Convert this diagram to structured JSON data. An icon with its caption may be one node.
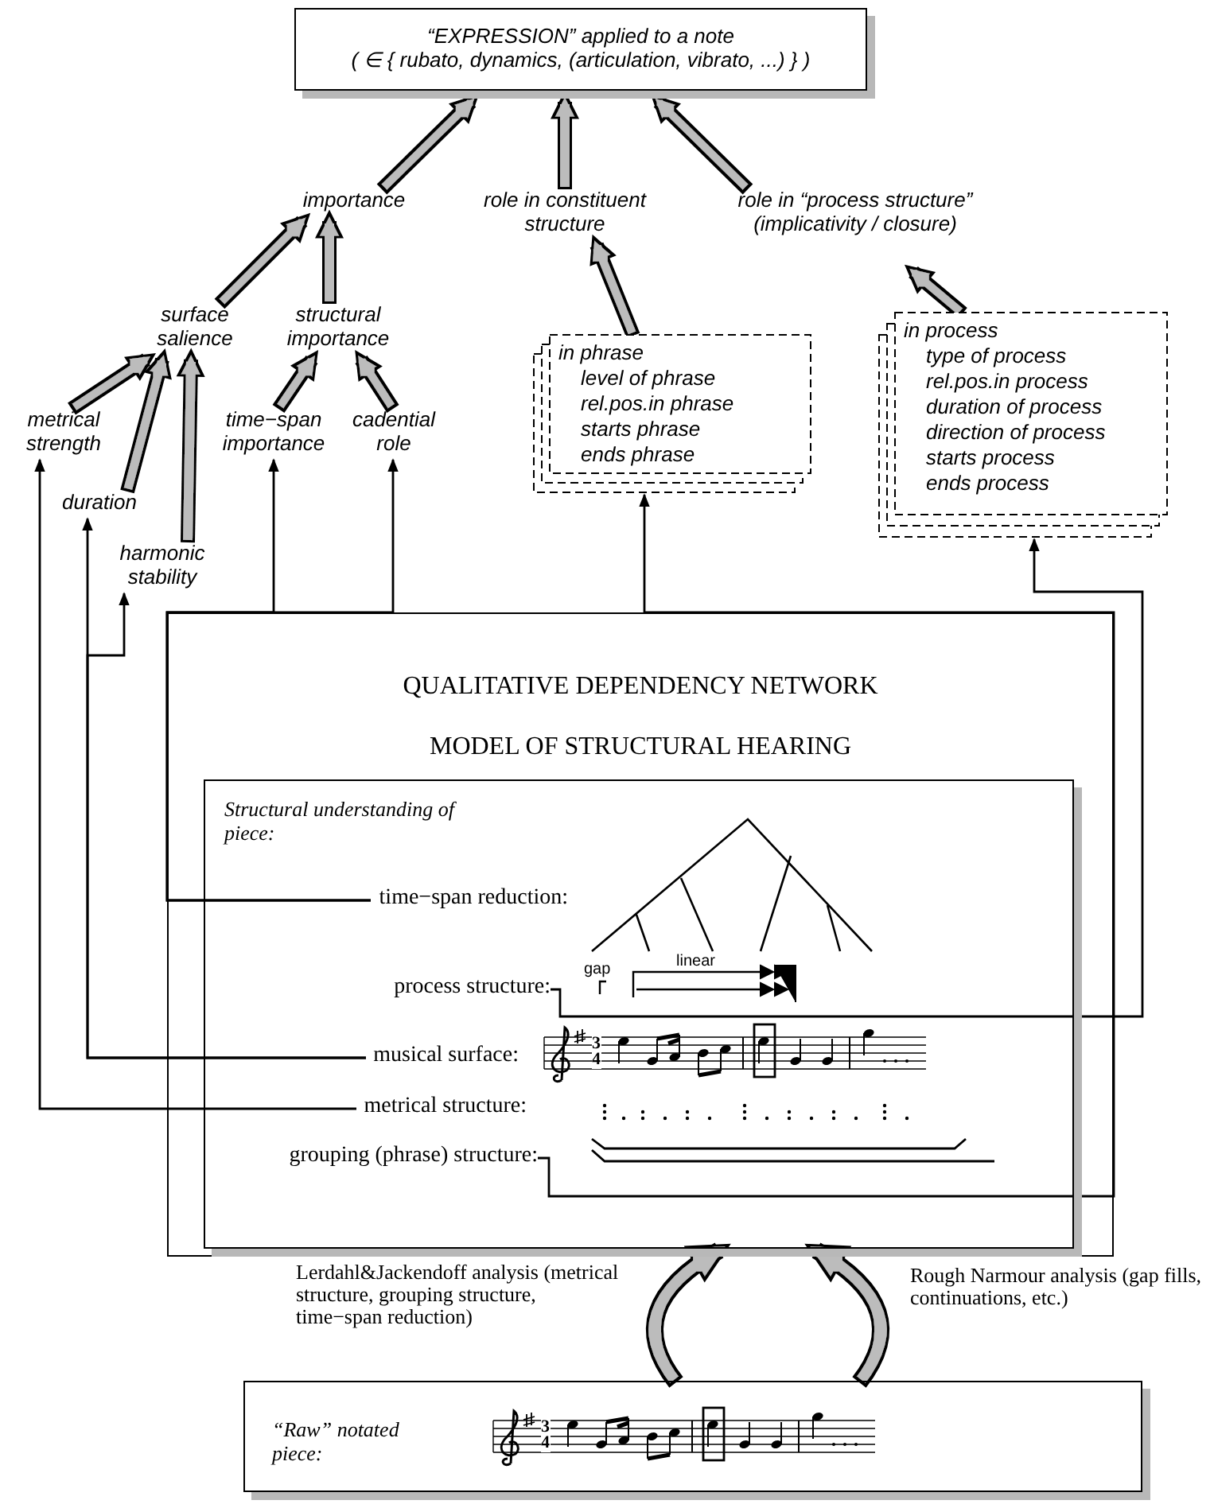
{
  "diagram": {
    "nodes": [
      {
        "text": [
          "“EXPRESSION” applied to a note",
          "( ∈ { rubato, dynamics, (articulation, vibrato, ...) } )"
        ]
      },
      {
        "text": [
          "importance"
        ]
      },
      {
        "text": [
          "role in constituent structure"
        ]
      },
      {
        "text": [
          "role in “process structure” (implicativity / closure)"
        ]
      },
      {
        "text": [
          "surface salience"
        ]
      },
      {
        "text": [
          "structural importance"
        ]
      },
      {
        "text": [
          "in phrase",
          "level of phrase",
          "rel.pos.in phrase",
          "starts phrase",
          "ends phrase"
        ]
      },
      {
        "text": [
          "in process",
          "type of process",
          "rel.pos.in process",
          "duration of process",
          "direction of process",
          "starts process",
          "ends process"
        ]
      },
      {
        "text": [
          "metrical strength"
        ]
      },
      {
        "text": [
          "duration"
        ]
      },
      {
        "text": [
          "harmonic stability"
        ]
      },
      {
        "text": [
          "time−span importance"
        ]
      },
      {
        "text": [
          "cadential role"
        ]
      },
      {
        "text": [
          "QUALITATIVE DEPENDENCY NETWORK",
          "MODEL OF STRUCTURAL HEARING"
        ]
      },
      {
        "text": [
          "Structural understanding of piece:"
        ],
        "in": 13
      },
      {
        "text": [
          "time−span reduction:"
        ],
        "in": 14
      },
      {
        "text": [
          "process structure:"
        ],
        "in": 14
      },
      {
        "text": [
          "musical surface:"
        ],
        "in": 14
      },
      {
        "text": [
          "metrical structure:"
        ],
        "in": 14
      },
      {
        "text": [
          "grouping (phrase) structure:"
        ],
        "in": 14
      },
      {
        "text": [
          "“Raw” notated piece:"
        ]
      }
    ],
    "edges": [
      {
        "from": 1,
        "to": 0,
        "arrow": "to"
      },
      {
        "from": 2,
        "to": 0,
        "arrow": "to"
      },
      {
        "from": 3,
        "to": 0,
        "arrow": "to"
      },
      {
        "from": 4,
        "to": 1,
        "arrow": "to"
      },
      {
        "from": 5,
        "to": 1,
        "arrow": "to"
      },
      {
        "from": 8,
        "to": 4,
        "arrow": "to"
      },
      {
        "from": 9,
        "to": 4,
        "arrow": "to"
      },
      {
        "from": 10,
        "to": 4,
        "arrow": "to"
      },
      {
        "from": 11,
        "to": 5,
        "arrow": "to"
      },
      {
        "from": 12,
        "to": 5,
        "arrow": "to"
      },
      {
        "from": 6,
        "to": 2,
        "arrow": "to"
      },
      {
        "from": 7,
        "to": 3,
        "arrow": "to"
      },
      {
        "from": 15,
        "to": 11,
        "arrow": "to"
      },
      {
        "from": 15,
        "to": 12,
        "arrow": "to"
      },
      {
        "from": 16,
        "to": 7,
        "arrow": "to"
      },
      {
        "from": 17,
        "to": 9,
        "arrow": "to"
      },
      {
        "from": 17,
        "to": 10,
        "arrow": "to"
      },
      {
        "from": 18,
        "to": 8,
        "arrow": "to"
      },
      {
        "from": 19,
        "to": 6,
        "arrow": "to"
      },
      {
        "from": 20,
        "to": 14,
        "arrow": "to",
        "label": "Lerdahl&Jackendoff analysis (metrical structure, grouping structure, time−span reduction)"
      },
      {
        "from": 20,
        "to": 14,
        "arrow": "to",
        "label": "Rough Narmour analysis (gap fills, continuations, etc.)"
      }
    ],
    "labels": [
      "gap",
      "linear",
      "3",
      "4",
      "3",
      "4"
    ]
  }
}
